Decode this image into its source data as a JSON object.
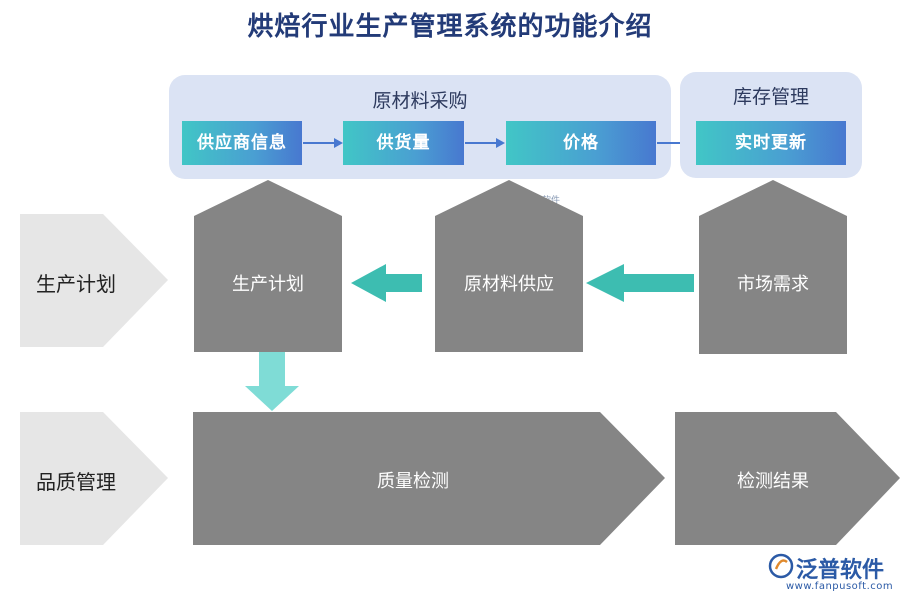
{
  "title": "烘焙行业生产管理系统的功能介绍",
  "groups": {
    "procurement": {
      "title": "原材料采购",
      "chips": [
        "供应商信息",
        "供货量",
        "价格"
      ]
    },
    "inventory": {
      "title": "库存管理",
      "chips": [
        "实时更新"
      ]
    }
  },
  "rows": {
    "production": {
      "label": "生产计划",
      "blocks": [
        "生产计划",
        "原材料供应",
        "市场需求"
      ]
    },
    "quality": {
      "label": "品质管理",
      "blocks": [
        "质量检测",
        "检测结果"
      ]
    }
  },
  "watermark": {
    "center": "泛普软件",
    "logo_name": "泛普软件",
    "logo_url": "www.fanpusoft.com"
  },
  "colors": {
    "title": "#233b78",
    "group_bg": "#dbe3f4",
    "block_gray": "#858585",
    "row_label_bg": "#e6e6e6",
    "teal_arrow": "#3dbdb1",
    "light_teal_arrow": "#7fdcd6",
    "chip_gradient_start": "#41c6c6",
    "chip_gradient_end": "#4878d0"
  }
}
